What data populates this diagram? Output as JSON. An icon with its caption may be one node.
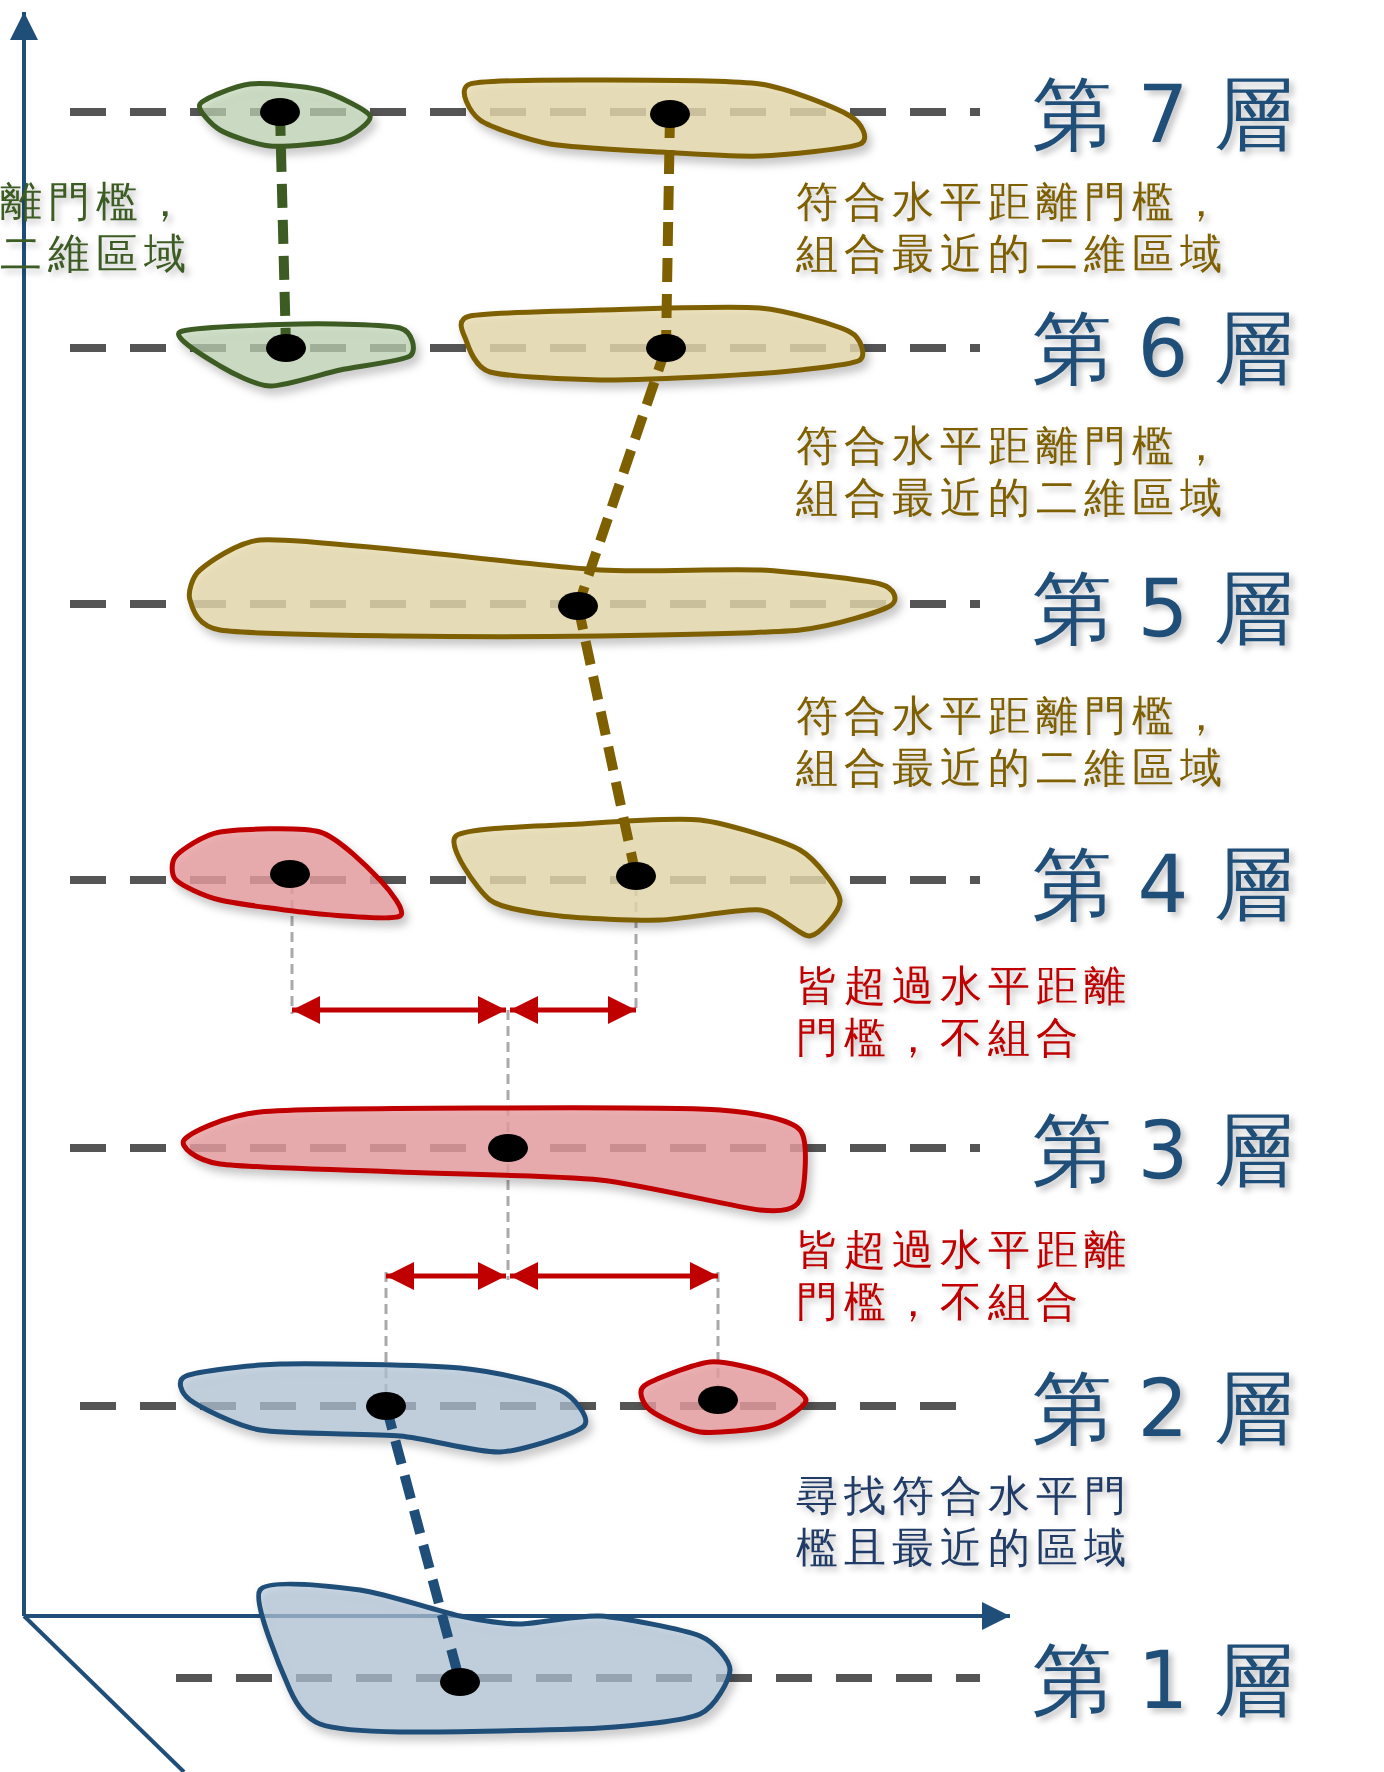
{
  "diagram": {
    "nodes": [
      {
        "text": [],
        "shape": "blob"
      },
      {
        "text": [],
        "shape": "blob"
      },
      {
        "text": [],
        "shape": "blob"
      },
      {
        "text": [],
        "shape": "blob"
      },
      {
        "text": [],
        "shape": "blob"
      },
      {
        "text": [],
        "shape": "blob"
      },
      {
        "text": [],
        "shape": "blob"
      },
      {
        "text": [],
        "shape": "blob"
      },
      {
        "text": [],
        "shape": "blob"
      },
      {
        "text": [],
        "shape": "blob"
      },
      {
        "text": [],
        "shape": "blob"
      }
    ],
    "edges": [
      {
        "from": 0,
        "to": 2,
        "arrow": "none",
        "style": "dashed",
        "color": "#3d5c24"
      },
      {
        "from": 1,
        "to": 3,
        "arrow": "none",
        "style": "dashed"
      },
      {
        "from": 3,
        "to": 4,
        "arrow": "none",
        "style": "dashed"
      },
      {
        "from": 4,
        "to": 6,
        "arrow": "none",
        "style": "dashed"
      },
      {
        "from": 8,
        "to": 10,
        "arrow": "none",
        "style": "dashed",
        "color": "#1f4e79"
      }
    ],
    "labels": [
      "第 7 層",
      "離門檻，二維區域",
      "符合水平距離門檻，組合最近的二維區域",
      "第 6 層",
      "符合水平距離門檻，組合最近的二維區域",
      "第 5 層",
      "符合水平距離門檻，組合最近的二維區域",
      "第 4 層",
      "皆超過水平距離門檻，不組合",
      "第 3 層",
      "皆超過水平距離門檻，不組合",
      "第 2 層",
      "尋找符合水平門檻且最近的區域",
      "第 1 層"
    ]
  }
}
